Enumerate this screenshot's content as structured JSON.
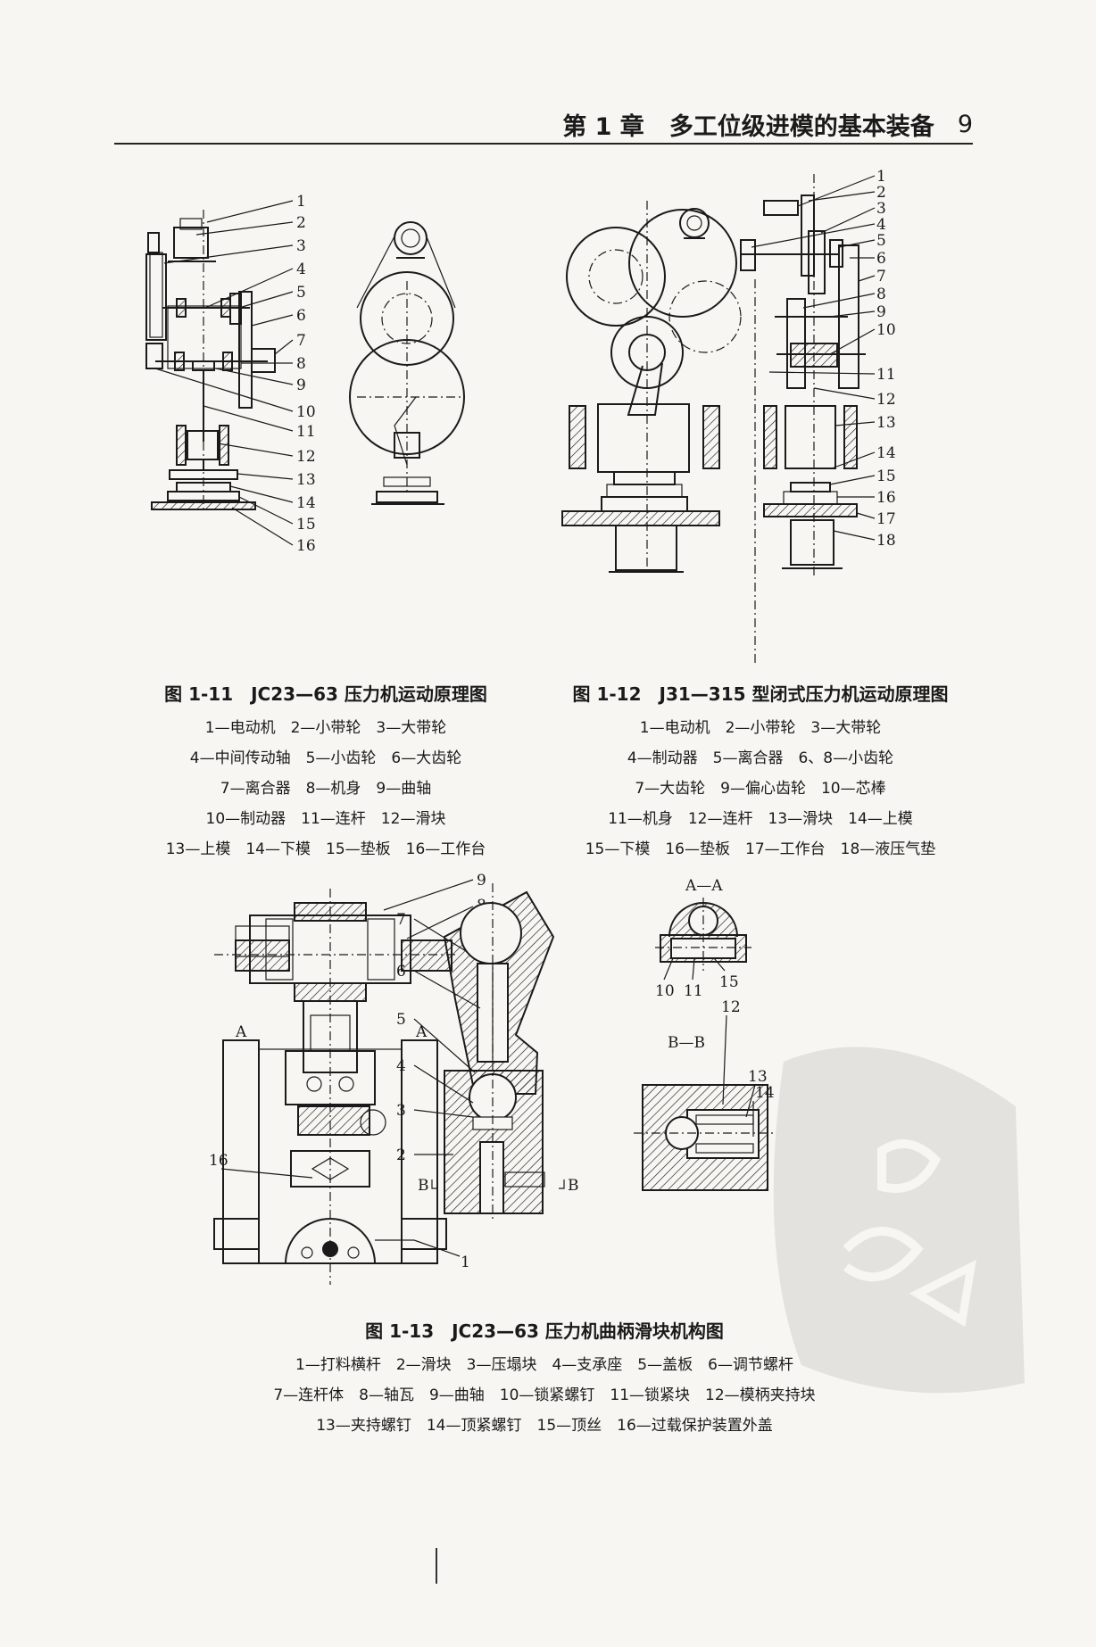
{
  "header": {
    "chapter": "第 1 章",
    "title": "多工位级进模的基本装备",
    "page": "9"
  },
  "fig11": {
    "caption": "图 1-11　JC23—63 压力机运动原理图",
    "legend": [
      "1—电动机　2—小带轮　3—大带轮",
      "4—中间传动轴　5—小齿轮　6—大齿轮",
      "7—离合器　8—机身　9—曲轴",
      "10—制动器　11—连杆　12—滑块",
      "13—上模　14—下模　15—垫板　16—工作台"
    ],
    "callouts": [
      "1",
      "2",
      "3",
      "4",
      "5",
      "6",
      "7",
      "8",
      "9",
      "10",
      "11",
      "12",
      "13",
      "14",
      "15",
      "16"
    ]
  },
  "fig12": {
    "caption": "图 1-12　J31—315 型闭式压力机运动原理图",
    "legend": [
      "1—电动机　2—小带轮　3—大带轮",
      "4—制动器　5—离合器　6、8—小齿轮",
      "7—大齿轮　9—偏心齿轮　10—芯棒",
      "11—机身　12—连杆　13—滑块　14—上模",
      "15—下模　16—垫板　17—工作台　18—液压气垫"
    ],
    "callouts": [
      "1",
      "2",
      "3",
      "4",
      "5",
      "6",
      "7",
      "8",
      "9",
      "10",
      "11",
      "12",
      "13",
      "14",
      "15",
      "16",
      "17",
      "18"
    ]
  },
  "fig13": {
    "caption": "图 1-13　JC23—63 压力机曲柄滑块机构图",
    "legend": [
      "1—打料横杆　2—滑块　3—压塌块　4—支承座　5—盖板　6—调节螺杆",
      "7—连杆体　8—轴瓦　9—曲轴　10—锁紧螺钉　11—锁紧块　12—模柄夹持块",
      "13—夹持螺钉　14—顶紧螺钉　15—顶丝　16—过载保护装置外盖"
    ],
    "left_callouts": {
      "n9": "9",
      "n8": "8",
      "n16": "16",
      "n1": "1",
      "secA": "A"
    },
    "mid_callouts": {
      "n7": "7",
      "n6": "6",
      "n5": "5",
      "n4": "4",
      "n3": "3",
      "n2": "2",
      "secB": "B"
    },
    "section_AA": {
      "title": "A—A",
      "n10": "10",
      "n11": "11",
      "n15": "15"
    },
    "section_BB": {
      "title": "B—B",
      "n12": "12",
      "n13": "13",
      "n14": "14"
    }
  }
}
